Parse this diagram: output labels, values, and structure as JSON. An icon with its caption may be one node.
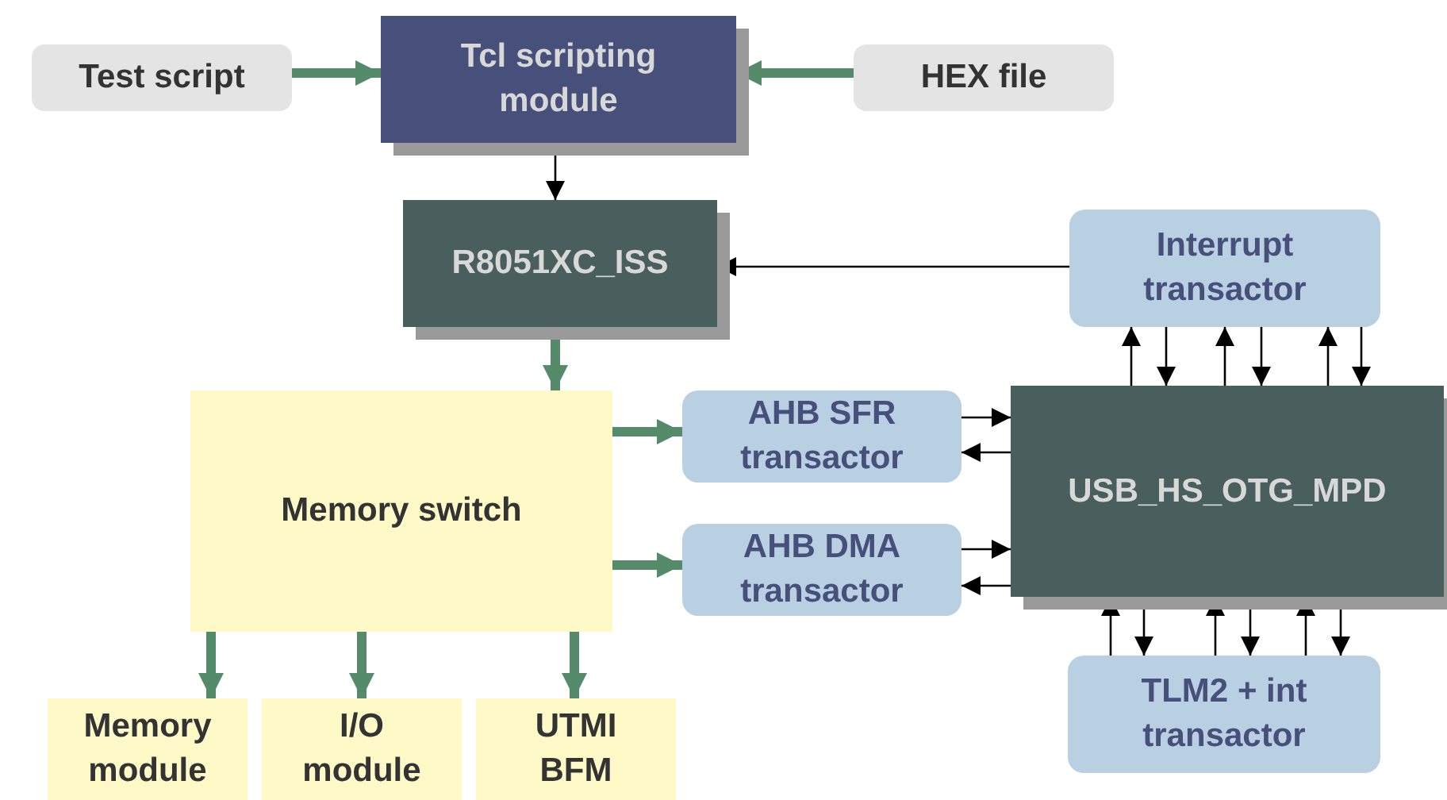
{
  "diagram": {
    "nodes": [
      {
        "text": [
          "Test script"
        ]
      },
      {
        "text": [
          "Tcl scripting module"
        ]
      },
      {
        "text": [
          "HEX file"
        ]
      },
      {
        "text": [
          "R8051XC_ISS"
        ]
      },
      {
        "text": [
          "Interrupt transactor"
        ]
      },
      {
        "text": [
          "Memory switch"
        ]
      },
      {
        "text": [
          "AHB SFR transactor"
        ]
      },
      {
        "text": [
          "AHB DMA transactor"
        ]
      },
      {
        "text": [
          "USB_HS_OTG_MPD"
        ]
      },
      {
        "text": [
          "Memory module"
        ]
      },
      {
        "text": [
          "I/O module"
        ]
      },
      {
        "text": [
          "UTMI BFM"
        ]
      },
      {
        "text": [
          "TLM2 + int transactor"
        ]
      }
    ],
    "edges": [
      {
        "from": 0,
        "to": 1,
        "arrow": "to",
        "style": "thick",
        "color": "#558a6a"
      },
      {
        "from": 2,
        "to": 1,
        "arrow": "to",
        "style": "thick",
        "color": "#558a6a"
      },
      {
        "from": 1,
        "to": 3,
        "arrow": "to"
      },
      {
        "from": 4,
        "to": 3,
        "arrow": "to"
      },
      {
        "from": 3,
        "to": 5,
        "arrow": "to",
        "style": "thick",
        "color": "#558a6a"
      },
      {
        "from": 5,
        "to": 6,
        "arrow": "to",
        "style": "thick",
        "color": "#558a6a"
      },
      {
        "from": 5,
        "to": 7,
        "arrow": "to",
        "style": "thick",
        "color": "#558a6a"
      },
      {
        "from": 6,
        "to": 8,
        "arrow": "to"
      },
      {
        "from": 8,
        "to": 6,
        "arrow": "to"
      },
      {
        "from": 7,
        "to": 8,
        "arrow": "to"
      },
      {
        "from": 8,
        "to": 7,
        "arrow": "to"
      },
      {
        "from": 8,
        "to": 4,
        "arrow": "to"
      },
      {
        "from": 4,
        "to": 8,
        "arrow": "to"
      },
      {
        "from": 8,
        "to": 4,
        "arrow": "to"
      },
      {
        "from": 4,
        "to": 8,
        "arrow": "to"
      },
      {
        "from": 8,
        "to": 4,
        "arrow": "to"
      },
      {
        "from": 4,
        "to": 8,
        "arrow": "to"
      },
      {
        "from": 12,
        "to": 8,
        "arrow": "to"
      },
      {
        "from": 8,
        "to": 12,
        "arrow": "to"
      },
      {
        "from": 12,
        "to": 8,
        "arrow": "to"
      },
      {
        "from": 8,
        "to": 12,
        "arrow": "to"
      },
      {
        "from": 12,
        "to": 8,
        "arrow": "to"
      },
      {
        "from": 8,
        "to": 12,
        "arrow": "to"
      },
      {
        "from": 5,
        "to": 9,
        "arrow": "to",
        "style": "thick",
        "color": "#558a6a"
      },
      {
        "from": 5,
        "to": 10,
        "arrow": "to",
        "style": "thick",
        "color": "#558a6a"
      },
      {
        "from": 5,
        "to": 11,
        "arrow": "to",
        "style": "thick",
        "color": "#558a6a"
      }
    ]
  }
}
